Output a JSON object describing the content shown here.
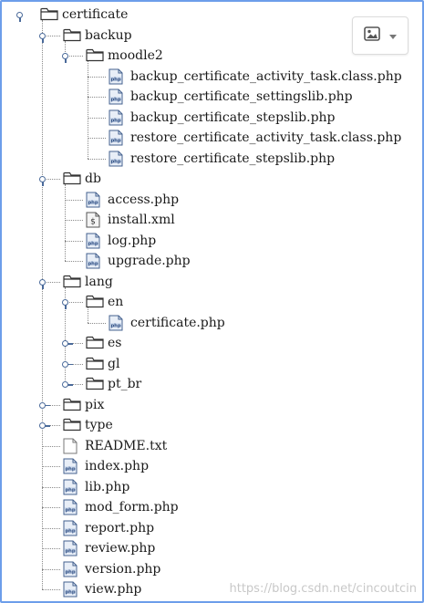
{
  "tree": [
    {
      "label": "certificate",
      "type": "folder",
      "depth": 0,
      "expanded": true
    },
    {
      "label": "backup",
      "type": "folder",
      "depth": 1,
      "expanded": true
    },
    {
      "label": "moodle2",
      "type": "folder",
      "depth": 2,
      "expanded": true
    },
    {
      "label": "backup_certificate_activity_task.class.php",
      "type": "php",
      "depth": 3
    },
    {
      "label": "backup_certificate_settingslib.php",
      "type": "php",
      "depth": 3
    },
    {
      "label": "backup_certificate_stepslib.php",
      "type": "php",
      "depth": 3
    },
    {
      "label": "restore_certificate_activity_task.class.php",
      "type": "php",
      "depth": 3
    },
    {
      "label": "restore_certificate_stepslib.php",
      "type": "php",
      "depth": 3
    },
    {
      "label": "db",
      "type": "folder",
      "depth": 1,
      "expanded": true
    },
    {
      "label": "access.php",
      "type": "php",
      "depth": 2
    },
    {
      "label": "install.xml",
      "type": "xml",
      "depth": 2
    },
    {
      "label": "log.php",
      "type": "php",
      "depth": 2
    },
    {
      "label": "upgrade.php",
      "type": "php",
      "depth": 2
    },
    {
      "label": "lang",
      "type": "folder",
      "depth": 1,
      "expanded": true
    },
    {
      "label": "en",
      "type": "folder",
      "depth": 2,
      "expanded": true
    },
    {
      "label": "certificate.php",
      "type": "php",
      "depth": 3
    },
    {
      "label": "es",
      "type": "folder",
      "depth": 2,
      "expanded": false
    },
    {
      "label": "gl",
      "type": "folder",
      "depth": 2,
      "expanded": false
    },
    {
      "label": "pt_br",
      "type": "folder",
      "depth": 2,
      "expanded": false
    },
    {
      "label": "pix",
      "type": "folder",
      "depth": 1,
      "expanded": false
    },
    {
      "label": "type",
      "type": "folder",
      "depth": 1,
      "expanded": false
    },
    {
      "label": "README.txt",
      "type": "txt",
      "depth": 1
    },
    {
      "label": "index.php",
      "type": "php",
      "depth": 1
    },
    {
      "label": "lib.php",
      "type": "php",
      "depth": 1
    },
    {
      "label": "mod_form.php",
      "type": "php",
      "depth": 1
    },
    {
      "label": "report.php",
      "type": "php",
      "depth": 1
    },
    {
      "label": "review.php",
      "type": "php",
      "depth": 1
    },
    {
      "label": "version.php",
      "type": "php",
      "depth": 1
    },
    {
      "label": "view.php",
      "type": "php",
      "depth": 1
    }
  ],
  "icon_button": {
    "icon": "image-icon",
    "dropdown_icon": "caret-down-icon"
  },
  "watermark": "https://blog.csdn.net/cincoutcin",
  "colors": {
    "border": "#6d9eea",
    "connector": "#8a8a8a",
    "toggle": "#4a6a9a",
    "folder": "#3a3a3a",
    "php": "#3a5a8a"
  }
}
